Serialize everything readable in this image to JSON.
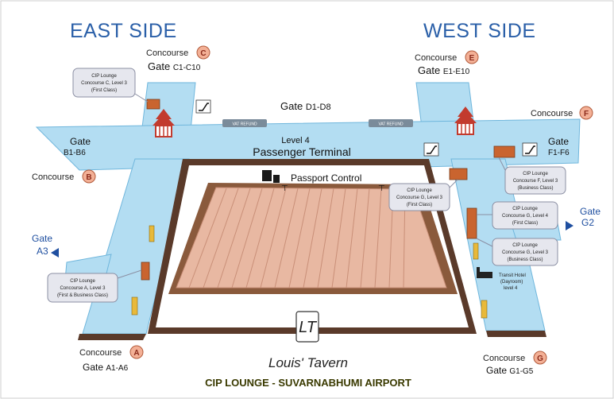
{
  "titles": {
    "east": "EAST SIDE",
    "west": "WEST SIDE"
  },
  "terminal": {
    "level": "Level 4",
    "name": "Passenger Terminal",
    "passport": "Passport Control",
    "vat_refund": "VAT REFUND"
  },
  "gates": {
    "d": {
      "word": "Gate",
      "range": "D1-D8"
    },
    "c": {
      "concourse": "Concourse",
      "letter": "C",
      "word": "Gate",
      "range": "C1-C10"
    },
    "e": {
      "concourse": "Concourse",
      "letter": "E",
      "word": "Gate",
      "range": "E1-E10"
    },
    "f": {
      "concourse": "Concourse",
      "letter": "F",
      "word": "Gate",
      "range": "F1-F6"
    },
    "b": {
      "concourse": "Concourse",
      "letter": "B",
      "word": "Gate",
      "range": "B1-B6"
    },
    "a": {
      "concourse": "Concourse",
      "letter": "A",
      "word": "Gate",
      "range": "A1-A6"
    },
    "g": {
      "concourse": "Concourse",
      "letter": "G",
      "word": "Gate",
      "range": "G1-G5"
    },
    "a3": {
      "word": "Gate",
      "range": "A3"
    },
    "g2": {
      "word": "Gate",
      "range": "G2"
    }
  },
  "callouts": {
    "c": [
      "CIP Lounge",
      "Concourse C, Level 3",
      "(First Class)"
    ],
    "g3_first": [
      "CIP Lounge",
      "Concourse G, Level 3",
      "(First Class)"
    ],
    "f": [
      "CIP Lounge",
      "Concourse F, Level 3",
      "(Business Class)"
    ],
    "g4": [
      "CIP Lounge",
      "Concourse G, Level 4",
      "(First Class)"
    ],
    "g3_business": [
      "CIP Lounge",
      "Concourse G, Level 3",
      "(Business Class)"
    ],
    "a": [
      "CIP Lounge",
      "Concourse A, Level 3",
      "(First & Business Class)"
    ],
    "transit": [
      "Transit Hotel",
      "(Dayroom)",
      "level 4"
    ]
  },
  "brand": {
    "monogram": "LT",
    "name": "Louis' Tavern"
  },
  "footer": "CIP LOUNGE - SUVARNABHUMI AIRPORT",
  "colors": {
    "walkway": "#b3ddf2",
    "walkway_edge": "#6fb6dc",
    "platform": "#8a5a3c",
    "roof": "#e8b8a2",
    "title": "#2a5fa8",
    "badge": "#f3b096",
    "lounge": "#c9642f"
  }
}
